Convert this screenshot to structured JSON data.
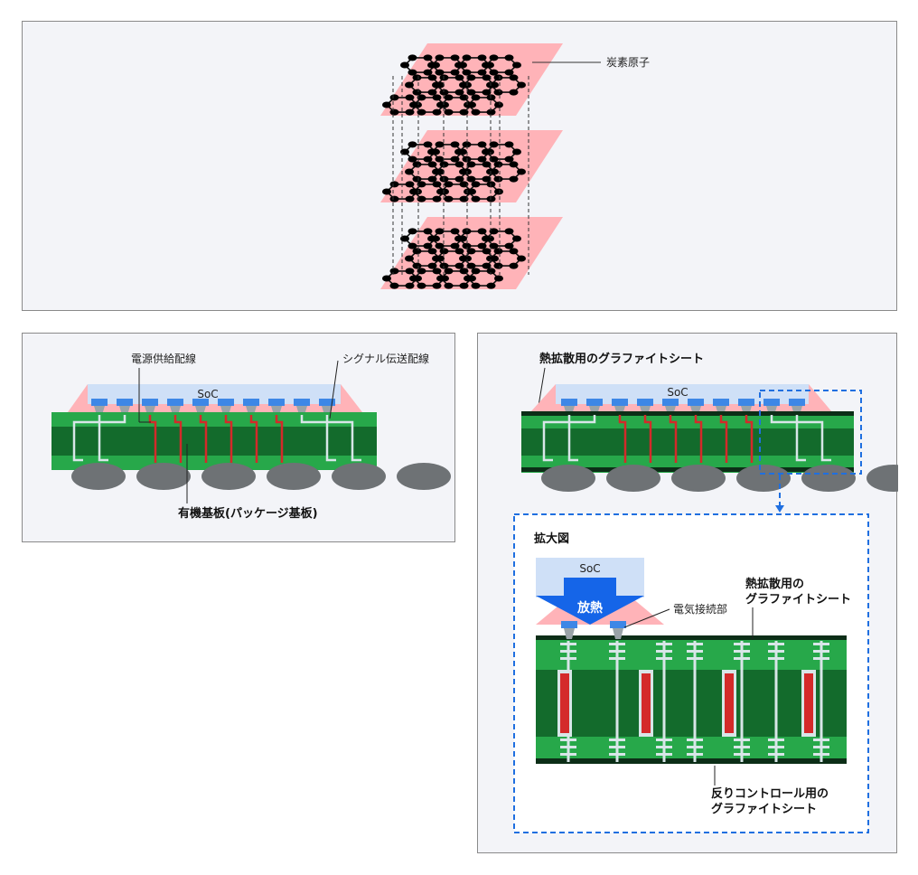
{
  "top": {
    "carbon_atom_label": "炭素原子"
  },
  "left": {
    "power_label": "電源供給配線",
    "signal_label": "シグナル伝送配線",
    "soc_label": "SoC",
    "substrate_label": "有機基板(パッケージ基板)"
  },
  "right": {
    "sheet_label": "熱拡散用のグラファイトシート",
    "soc_label": "SoC",
    "zoom": {
      "title": "拡大図",
      "soc_label": "SoC",
      "heat_label": "放熱",
      "contact_label": "電気接続部",
      "sheet_label_line1": "熱拡散用の",
      "sheet_label_line2": "グラファイトシート",
      "warp_label_line1": "反りコントロール用の",
      "warp_label_line2": "グラファイトシート"
    }
  },
  "colors": {
    "panel_bg": "#f3f4f8",
    "graphene_plane": "#ffb3b8",
    "substrate_light": "#27a84a",
    "substrate_dark": "#136b2c",
    "soc_fill": "#cfe0f7",
    "pad_blue": "#3d87e6",
    "power_red": "#d42a2a",
    "bump_gray": "#6e7275",
    "callout_blue": "#1f6fe0"
  }
}
